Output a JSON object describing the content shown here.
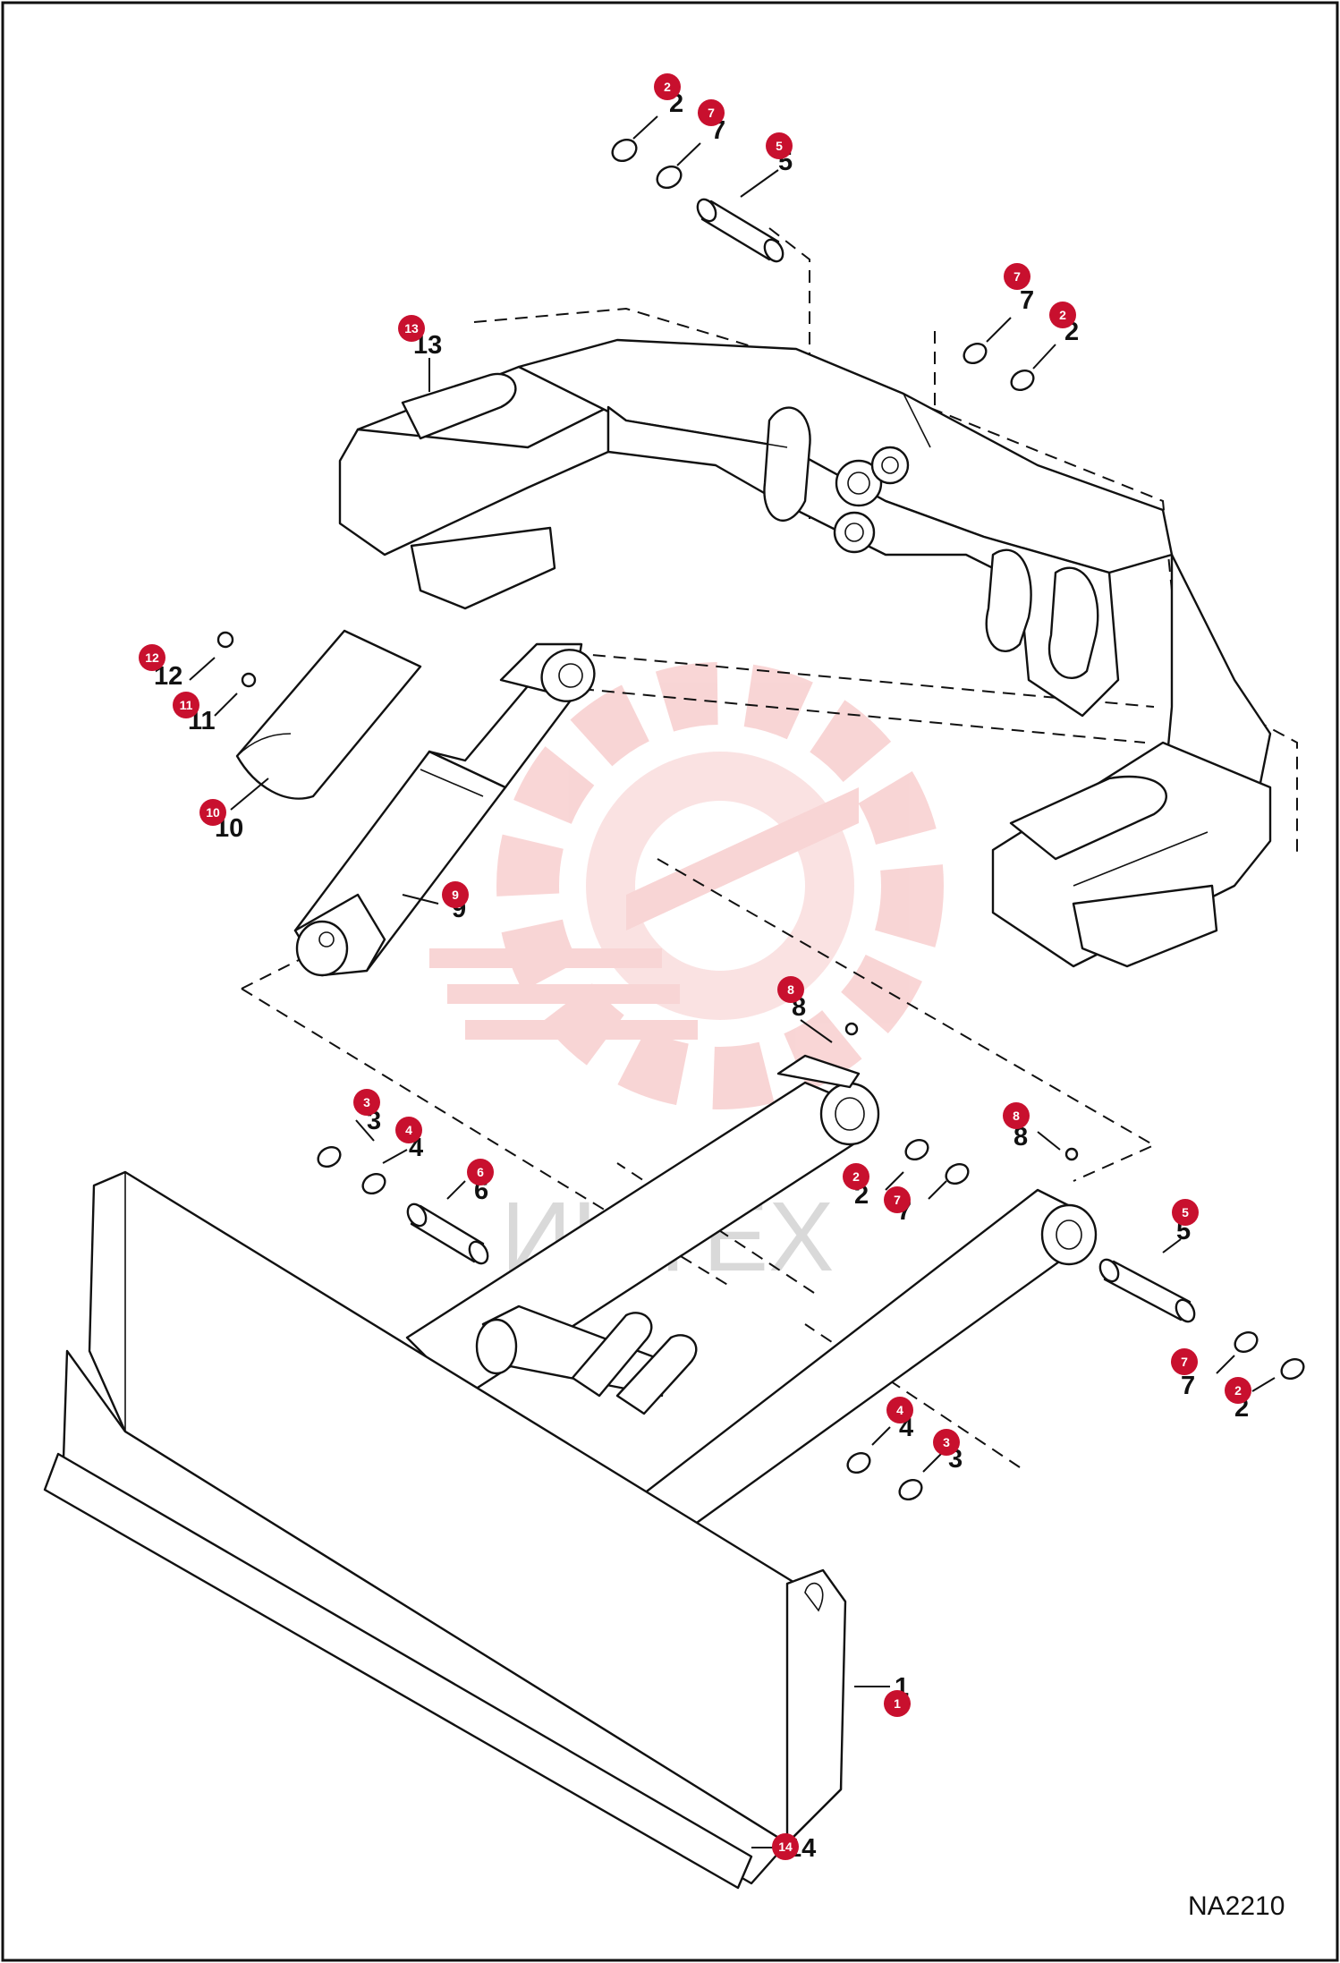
{
  "figure_code": "NA2210",
  "watermark": {
    "text": "ИНТЕХ",
    "color": "#f4c7c7"
  },
  "callout_color": "#c8102e",
  "callouts": [
    {
      "id": "c-2a",
      "text": "2"
    },
    {
      "id": "c-7a",
      "text": "7"
    },
    {
      "id": "c-5a",
      "text": "5"
    },
    {
      "id": "c-7b",
      "text": "7"
    },
    {
      "id": "c-2b",
      "text": "2"
    },
    {
      "id": "c-13",
      "text": "13"
    },
    {
      "id": "c-12",
      "text": "12"
    },
    {
      "id": "c-11",
      "text": "11"
    },
    {
      "id": "c-10",
      "text": "10"
    },
    {
      "id": "c-9",
      "text": "9"
    },
    {
      "id": "c-8a",
      "text": "8"
    },
    {
      "id": "c-3a",
      "text": "3"
    },
    {
      "id": "c-4a",
      "text": "4"
    },
    {
      "id": "c-6",
      "text": "6"
    },
    {
      "id": "c-2c",
      "text": "2"
    },
    {
      "id": "c-7c",
      "text": "7"
    },
    {
      "id": "c-8b",
      "text": "8"
    },
    {
      "id": "c-5b",
      "text": "5"
    },
    {
      "id": "c-7d",
      "text": "7"
    },
    {
      "id": "c-2d",
      "text": "2"
    },
    {
      "id": "c-4b",
      "text": "4"
    },
    {
      "id": "c-3b",
      "text": "3"
    },
    {
      "id": "c-1",
      "text": "1"
    },
    {
      "id": "c-14",
      "text": "14"
    }
  ]
}
